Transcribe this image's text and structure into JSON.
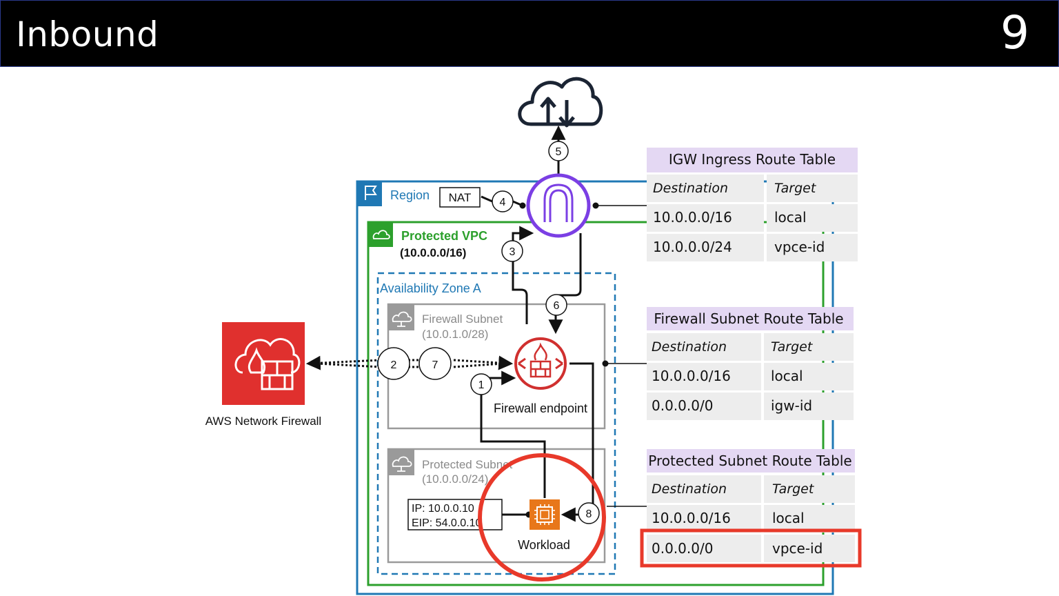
{
  "header": {
    "title": "Inbound",
    "slide_number": "9"
  },
  "diagram": {
    "region_label": "Region",
    "nat_label": "NAT",
    "vpc_label": "Protected VPC",
    "vpc_cidr": "(10.0.0.0/16)",
    "az_label": "Availability Zone A",
    "firewall_subnet": {
      "name": "Firewall Subnet",
      "cidr": "(10.0.1.0/28)"
    },
    "protected_subnet": {
      "name": "Protected Subnet",
      "cidr": "(10.0.0.0/24)"
    },
    "workload": {
      "ip": "IP: 10.0.0.10",
      "eip": "EIP: 54.0.0.10",
      "label": "Workload"
    },
    "firewall_endpoint_label": "Firewall endpoint",
    "aws_nfw_label": "AWS Network Firewall",
    "steps": [
      "1",
      "2",
      "3",
      "4",
      "5",
      "6",
      "7",
      "8"
    ]
  },
  "route_tables": [
    {
      "title": "IGW Ingress Route Table",
      "col_dest": "Destination",
      "col_target": "Target",
      "rows": [
        {
          "dest": "10.0.0.0/16",
          "target": "local"
        },
        {
          "dest": "10.0.0.0/24",
          "target": "vpce-id"
        }
      ]
    },
    {
      "title": "Firewall Subnet Route Table",
      "col_dest": "Destination",
      "col_target": "Target",
      "rows": [
        {
          "dest": "10.0.0.0/16",
          "target": "local"
        },
        {
          "dest": "0.0.0.0/0",
          "target": "igw-id"
        }
      ]
    },
    {
      "title": "Protected Subnet Route Table",
      "col_dest": "Destination",
      "col_target": "Target",
      "rows": [
        {
          "dest": "10.0.0.0/16",
          "target": "local"
        },
        {
          "dest": "0.0.0.0/0",
          "target": "vpce-id"
        }
      ]
    }
  ],
  "colors": {
    "region": "#1f78b4",
    "vpc": "#2ca02c",
    "igw": "#7b3fe4",
    "firewall": "#d0302f",
    "ec2": "#e8771a",
    "highlight": "#e8392a"
  },
  "icons": [
    "cloud-updown-icon",
    "igw-icon",
    "firewall-endpoint-icon",
    "aws-network-firewall-icon",
    "ec2-instance-icon",
    "region-flag-icon",
    "vpc-cloud-icon",
    "subnet-icon"
  ]
}
